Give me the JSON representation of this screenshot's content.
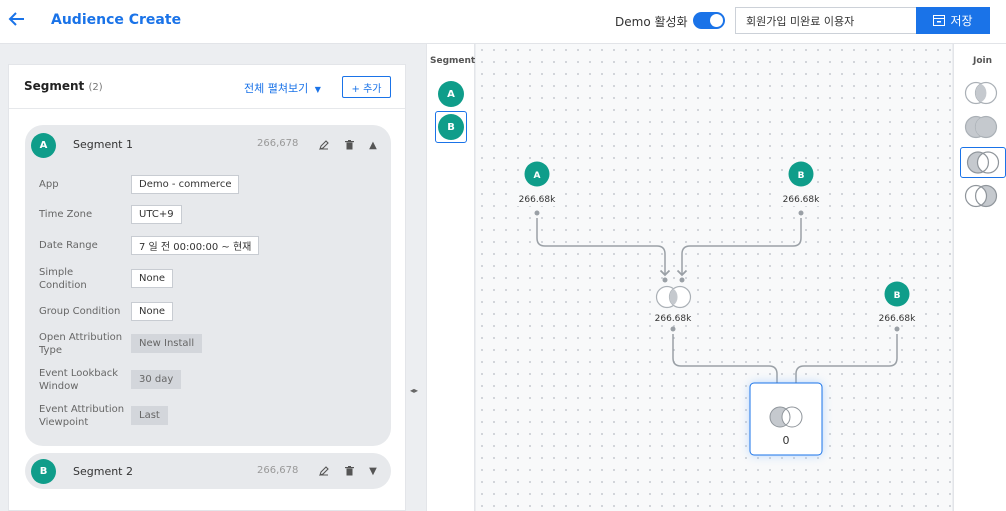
{
  "header": {
    "title": "Audience Create",
    "demo_label": "Demo 활성화",
    "demo_enabled": true,
    "name_value": "회원가입 미완료 이용자",
    "save_label": "저장"
  },
  "segment_panel": {
    "title": "Segment",
    "count": "(2)",
    "view_all": "전체 펼쳐보기",
    "add_label": "+ 추가",
    "segments": [
      {
        "badge": "A",
        "name": "Segment 1",
        "count": "266,678",
        "expanded": true,
        "fields": [
          {
            "label": "App",
            "value": "Demo - commerce"
          },
          {
            "label": "Time Zone",
            "value": "UTC+9"
          },
          {
            "label": "Date Range",
            "value": "7 일 전 00:00:00 ~ 현재"
          },
          {
            "label": "Simple Condition",
            "value": "None"
          },
          {
            "label": "Group Condition",
            "value": "None"
          },
          {
            "label": "Open Attribution Type",
            "value": "New Install"
          },
          {
            "label": "Event Lookback Window",
            "value": "30 day"
          },
          {
            "label": "Event Attribution Viewpoint",
            "value": "Last"
          }
        ]
      },
      {
        "badge": "B",
        "name": "Segment 2",
        "count": "266,678",
        "expanded": false
      }
    ]
  },
  "segment_column": {
    "title": "Segment",
    "items": [
      "A",
      "B"
    ],
    "selected": "B"
  },
  "canvas": {
    "nodes": {
      "a_badge": "A",
      "a_count": "266.68k",
      "b1_badge": "B",
      "b1_count": "266.68k",
      "join1_count": "266.68k",
      "b2_badge": "B",
      "b2_count": "266.68k",
      "join2_count": "0"
    }
  },
  "join_column": {
    "title": "Join",
    "items": [
      "intersection",
      "union",
      "left-difference",
      "right-difference"
    ],
    "selected": "left-difference"
  },
  "colors": {
    "accent": "#1a73e8",
    "segment_badge": "#0f9d8a"
  }
}
